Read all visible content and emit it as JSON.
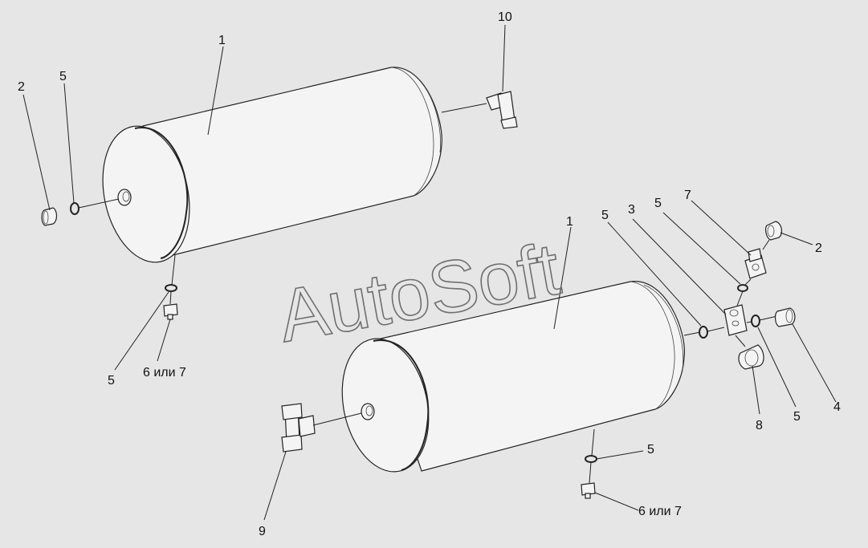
{
  "watermark": "AutoSoft",
  "labels": {
    "l1_top": "1",
    "l1_bottom": "1",
    "l2_left": "2",
    "l2_right": "2",
    "l3": "3",
    "l4": "4",
    "l5_top_left": "5",
    "l5_left_bottom": "5",
    "l5_mid_a": "5",
    "l5_mid_b": "5",
    "l5_right": "5",
    "l5_bottom": "5",
    "l6or7_left": "6 или 7",
    "l6or7_bottom": "6 или 7",
    "l7": "7",
    "l8": "8",
    "l9": "9",
    "l10": "10"
  }
}
